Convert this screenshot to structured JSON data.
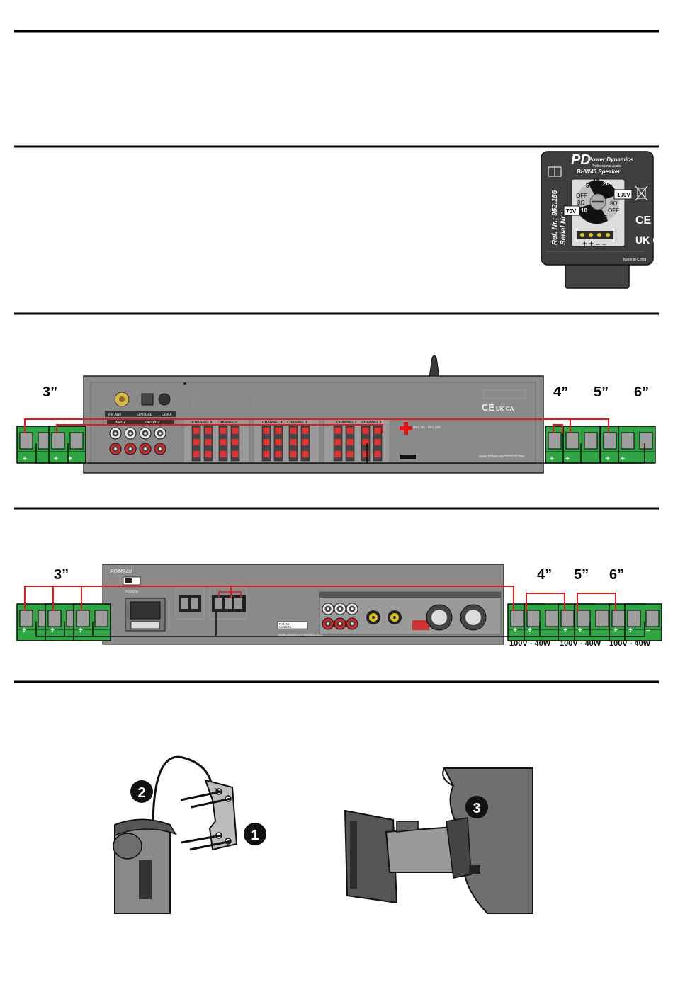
{
  "speaker_label": {
    "brand": "Power Dynamics",
    "brand_sub": "Professional Audio",
    "model": "BHW40 Speaker",
    "ref_line": "Ref. Nr.: 952.186",
    "serial_line": "Serial Nr.:",
    "dial_ticks": [
      "5",
      "10",
      "20",
      "10",
      "5",
      "2.5"
    ],
    "dial_off_left": "OFF",
    "dial_ohm_left": "8Ω",
    "dial_ohm_right": "8Ω",
    "dial_off_right": "OFF",
    "tag_100v": "100V",
    "tag_70v": "70V",
    "terminal_marks": "+ + – –",
    "ce": "CE",
    "ukca": "UK CA",
    "made_in": "Made in China"
  },
  "amp1": {
    "labels": {
      "fm_ant": "FM ANT",
      "optical": "OPTICAL",
      "coax": "COAX",
      "input": "INPUT",
      "output": "OUTPUT",
      "ch6": "CHANNEL 6",
      "ch5": "CHANNEL 5",
      "ch4": "CHANNEL 4",
      "ch3": "CHANNEL 3",
      "ch2": "CHANNEL 2",
      "ch1": "CHANNEL 1",
      "ref": "Ref. Nr.: 952.208",
      "website": "www.power-dynamics.com",
      "ce": "CE",
      "ukca": "UK CA"
    },
    "sizes": {
      "left": "3”",
      "r1": "4”",
      "r2": "5”",
      "r3": "6”"
    }
  },
  "amp2": {
    "labels": {
      "model": "PDM240",
      "power": "POWER",
      "ref": "Ref. Nr.:",
      "serial": "Serial Nr.:",
      "website": "www.power-dynamics.com"
    },
    "sizes": {
      "left": "3”",
      "r1": "4”",
      "r2": "5”",
      "r3": "6”"
    },
    "power_ratings": [
      "100V - 40W",
      "100V - 40W",
      "100V - 40W"
    ]
  },
  "mount_steps": [
    "2",
    "1",
    "3"
  ]
}
